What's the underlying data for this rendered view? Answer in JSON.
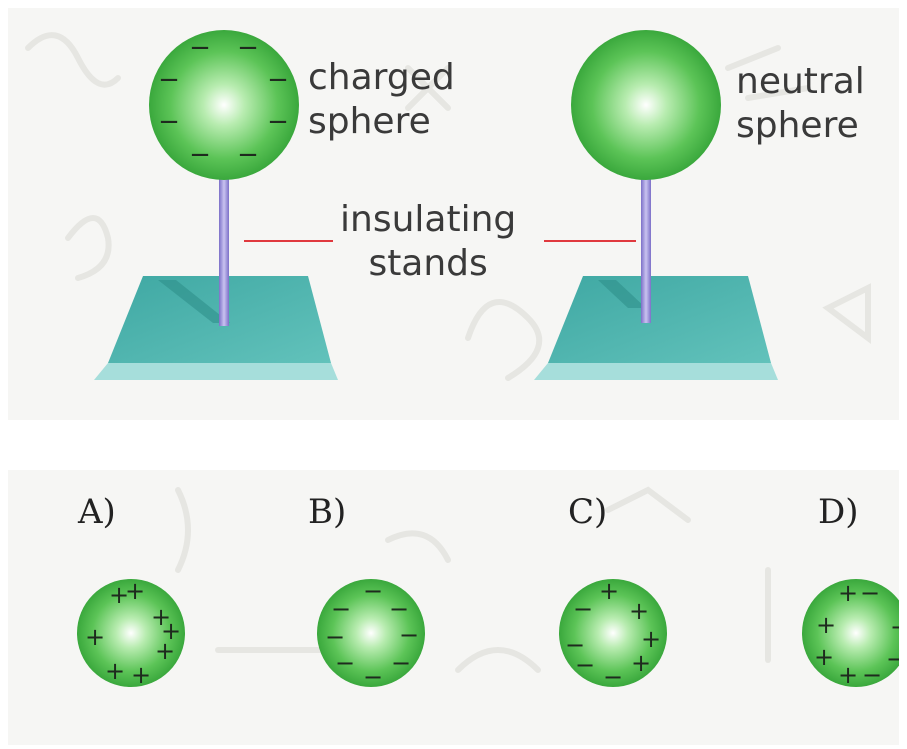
{
  "labels": {
    "charged_sphere": "charged\nsphere",
    "neutral_sphere": "neutral\nsphere",
    "insulating_stands": "insulating\nstands"
  },
  "options": [
    {
      "letter": "A)",
      "signs": [
        "+",
        "+",
        "+",
        "+",
        "+",
        "+",
        "+",
        "+"
      ]
    },
    {
      "letter": "B)",
      "signs": [
        "−",
        "−",
        "−",
        "−",
        "−",
        "−",
        "−",
        "−"
      ]
    },
    {
      "letter": "C)",
      "signs": [
        "−",
        "+",
        "+",
        "−",
        "+",
        "−",
        "−",
        "+"
      ]
    },
    {
      "letter": "D)",
      "signs": [
        "+",
        "−",
        "+",
        "−",
        "+",
        "−",
        "+",
        "−"
      ]
    }
  ],
  "charged_sphere_signs": [
    "−",
    "−",
    "−",
    "−",
    "−",
    "−",
    "−",
    "−"
  ],
  "colors": {
    "sphere_green": "#3db53d",
    "stand_teal": "#4bb3ad",
    "rod_purple": "#9b8fd6",
    "pointer_red": "#e0393e"
  }
}
